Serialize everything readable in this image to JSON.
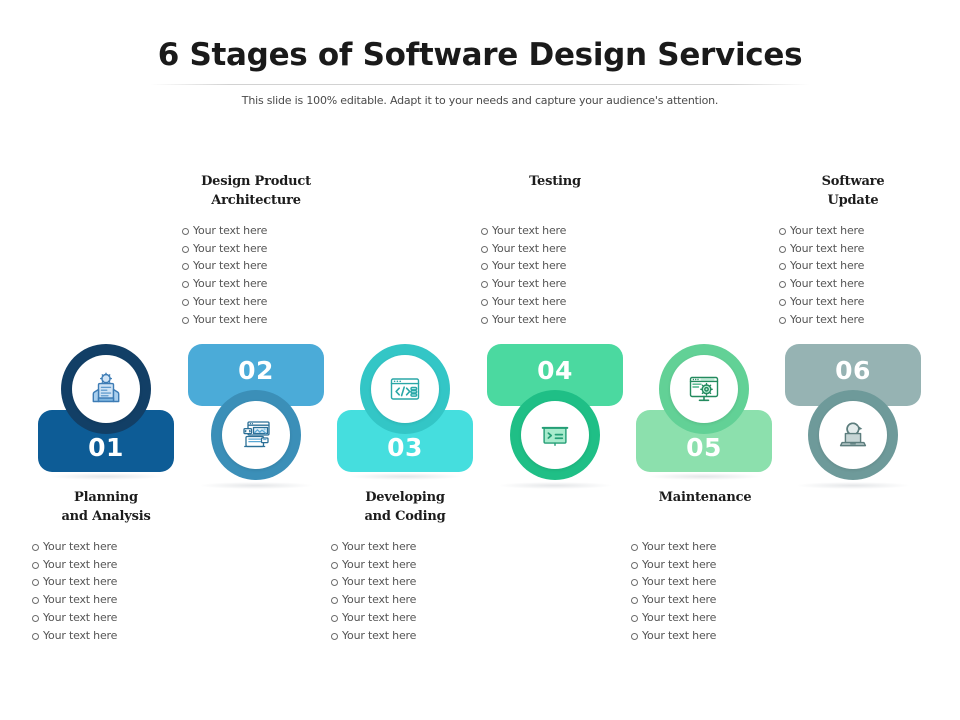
{
  "header": {
    "title": "6 Stages of Software Design Services",
    "subtitle": "This slide is 100% editable. Adapt it to your needs and capture your audience's attention."
  },
  "bullet_label": "Your text here",
  "bullets_per_stage": 6,
  "stages": [
    {
      "number": "01",
      "heading": "Planning\nand Analysis",
      "heading_line1": "Planning",
      "heading_line2": "and Analysis",
      "position": "bottom",
      "color": "#0d5c96",
      "icon": "team-gear-icon",
      "bullets": [
        "Your text here",
        "Your text here",
        "Your text here",
        "Your text here",
        "Your text here",
        "Your text here"
      ]
    },
    {
      "number": "02",
      "heading": "Design Product\nArchitecture",
      "heading_line1": "Design Product",
      "heading_line2": "Architecture",
      "position": "top",
      "color": "#4babd8",
      "icon": "wireframe-layout-icon",
      "bullets": [
        "Your text here",
        "Your text here",
        "Your text here",
        "Your text here",
        "Your text here",
        "Your text here"
      ]
    },
    {
      "number": "03",
      "heading": "Developing\nand Coding",
      "heading_line1": "Developing",
      "heading_line2": "and Coding",
      "position": "bottom",
      "color": "#45dede",
      "icon": "code-window-icon",
      "bullets": [
        "Your text here",
        "Your text here",
        "Your text here",
        "Your text here",
        "Your text here",
        "Your text here"
      ]
    },
    {
      "number": "04",
      "heading": "Testing",
      "heading_line1": "Testing",
      "heading_line2": "",
      "position": "top",
      "color": "#4bd9a0",
      "icon": "test-checklist-board-icon",
      "bullets": [
        "Your text here",
        "Your text here",
        "Your text here",
        "Your text here",
        "Your text here",
        "Your text here"
      ]
    },
    {
      "number": "05",
      "heading": "Maintenance",
      "heading_line1": "Maintenance",
      "heading_line2": "",
      "position": "bottom",
      "color": "#8ce0ad",
      "icon": "monitor-gear-icon",
      "bullets": [
        "Your text here",
        "Your text here",
        "Your text here",
        "Your text here",
        "Your text here",
        "Your text here"
      ]
    },
    {
      "number": "06",
      "heading": "Software\nUpdate",
      "heading_line1": "Software",
      "heading_line2": "Update",
      "position": "top",
      "color": "#96b3b3",
      "icon": "laptop-refresh-icon",
      "bullets": [
        "Your text here",
        "Your text here",
        "Your text here",
        "Your text here",
        "Your text here",
        "Your text here"
      ]
    }
  ]
}
